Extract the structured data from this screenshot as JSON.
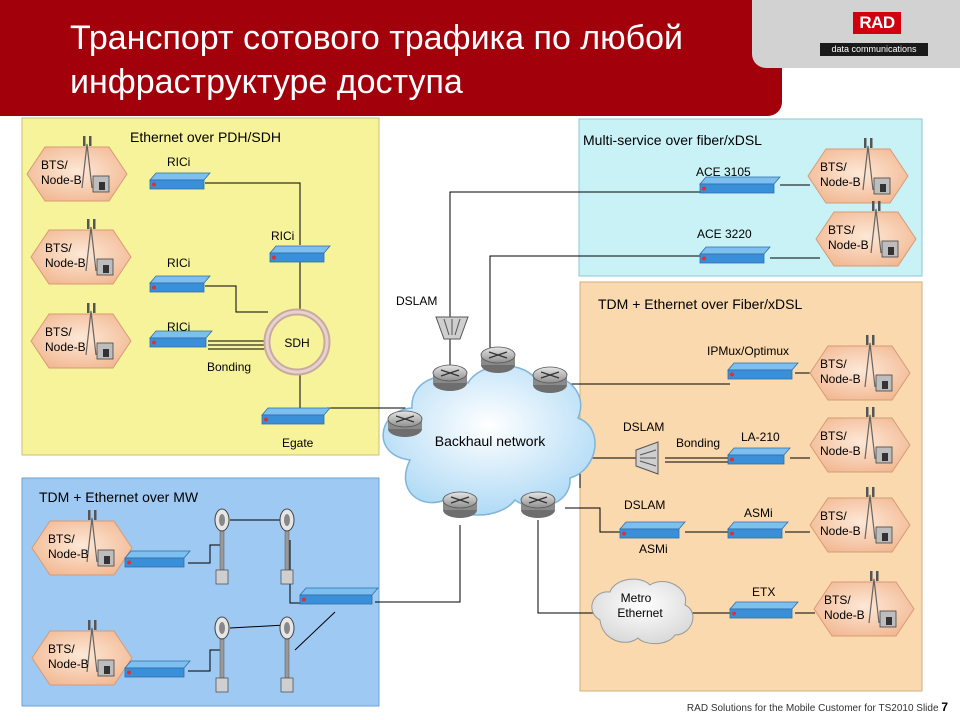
{
  "slide": {
    "title": "Транспорт сотового трафика по любой инфраструктуре доступа",
    "footer_text": "RAD Solutions for the Mobile Customer for TS2010  Slide",
    "slide_number": "7"
  },
  "logo": {
    "brand": "RAD",
    "tagline": "data communications"
  },
  "colors": {
    "banner": "#a2000a",
    "yellow_panel": "#f7f39a",
    "blue_panel": "#9ec9f2",
    "cyan_panel": "#c9f2f7",
    "orange_panel": "#f9d9ad",
    "bts_fill": "#f9cfae",
    "device_blue": "#3a8fd9"
  },
  "regions": {
    "pdh": "Ethernet over PDH/SDH",
    "mw": "TDM + Ethernet over MW",
    "multi": "Multi-service over fiber/xDSL",
    "tdm": "TDM + Ethernet over Fiber/xDSL"
  },
  "labels": {
    "bts": [
      "BTS/",
      "Node-B"
    ],
    "rici": "RICi",
    "sdh": "SDH",
    "bonding": "Bonding",
    "egate": "Egate",
    "dslam": "DSLAM",
    "backhaul": "Backhaul network",
    "ace3105": "ACE 3105",
    "ace3220": "ACE 3220",
    "ipmux": "IPMux/Optimux",
    "la210": "LA-210",
    "asmi": "ASMi",
    "etx": "ETX",
    "metro": [
      "Metro",
      "Ethernet"
    ]
  }
}
